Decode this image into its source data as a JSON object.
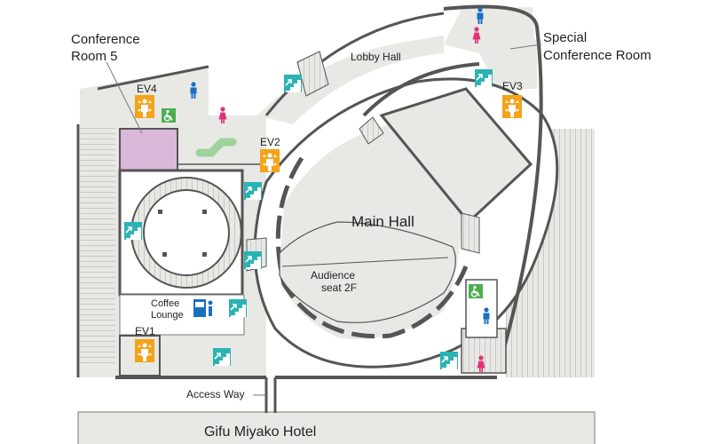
{
  "labels": {
    "conference_room_5": [
      "Conference",
      "Room 5"
    ],
    "lobby_hall": "Lobby Hall",
    "special_conference_room": [
      "Special",
      "Conference Room"
    ],
    "main_hall": "Main Hall",
    "audience_seat": [
      "Audience",
      "seat 2F"
    ],
    "coffee_lounge": [
      "Coffee",
      "Lounge"
    ],
    "access_way": "Access Way",
    "hotel": "Gifu Miyako Hotel"
  },
  "elevators": {
    "ev1": "EV1",
    "ev2": "EV2",
    "ev3": "EV3",
    "ev4": "EV4"
  },
  "icons": {
    "elevator": "elevator-icon",
    "stairs": "stairs-icon",
    "escalator": "escalator-icon",
    "restroom_men": "restroom-men-icon",
    "restroom_women": "restroom-women-icon",
    "accessible": "wheelchair-icon",
    "vending": "vending-machine-icon"
  },
  "colors": {
    "wall": "#555555",
    "floor": "#e8e8e4",
    "conference_room_5": "#d9b8d9",
    "elevator": "#f5a31a",
    "stairs": "#2bb3b3",
    "men": "#1a6fc2",
    "women": "#e0337a",
    "accessible": "#4caf50",
    "escalator": "#9ed39e"
  }
}
